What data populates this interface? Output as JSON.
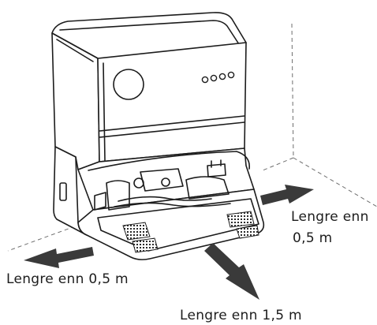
{
  "labels": {
    "right_line1": "Lengre enn",
    "right_line2": "0,5 m",
    "left": "Lengre enn 0,5 m",
    "front": "Lengre enn 1,5 m"
  },
  "indicator_lights": 4,
  "colors": {
    "line": "#1c1c1c",
    "arrow": "#3a3a3a",
    "wall": "#6e6e6e"
  }
}
